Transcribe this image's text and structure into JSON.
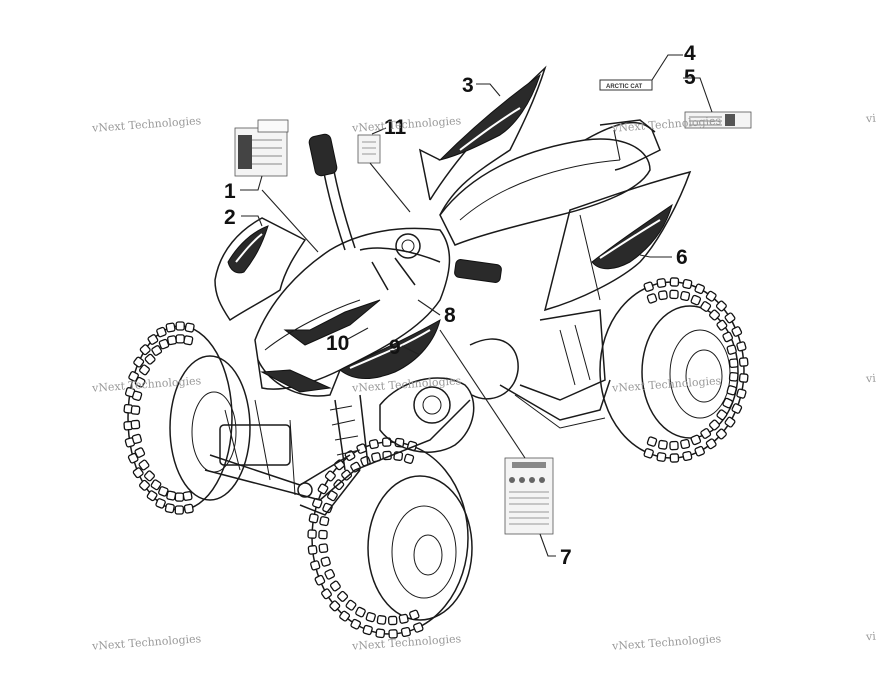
{
  "diagram": {
    "callouts": [
      {
        "id": "1",
        "label": "1"
      },
      {
        "id": "2",
        "label": "2"
      },
      {
        "id": "3",
        "label": "3"
      },
      {
        "id": "4",
        "label": "4"
      },
      {
        "id": "5",
        "label": "5"
      },
      {
        "id": "6",
        "label": "6"
      },
      {
        "id": "7",
        "label": "7"
      },
      {
        "id": "8",
        "label": "8"
      },
      {
        "id": "9",
        "label": "9"
      },
      {
        "id": "10",
        "label": "10"
      },
      {
        "id": "11",
        "label": "11"
      }
    ],
    "decals": {
      "brand_decal_text": "ARCTIC CAT"
    }
  },
  "watermark": {
    "text": "vNext Technologies",
    "partial_text": "vi"
  }
}
